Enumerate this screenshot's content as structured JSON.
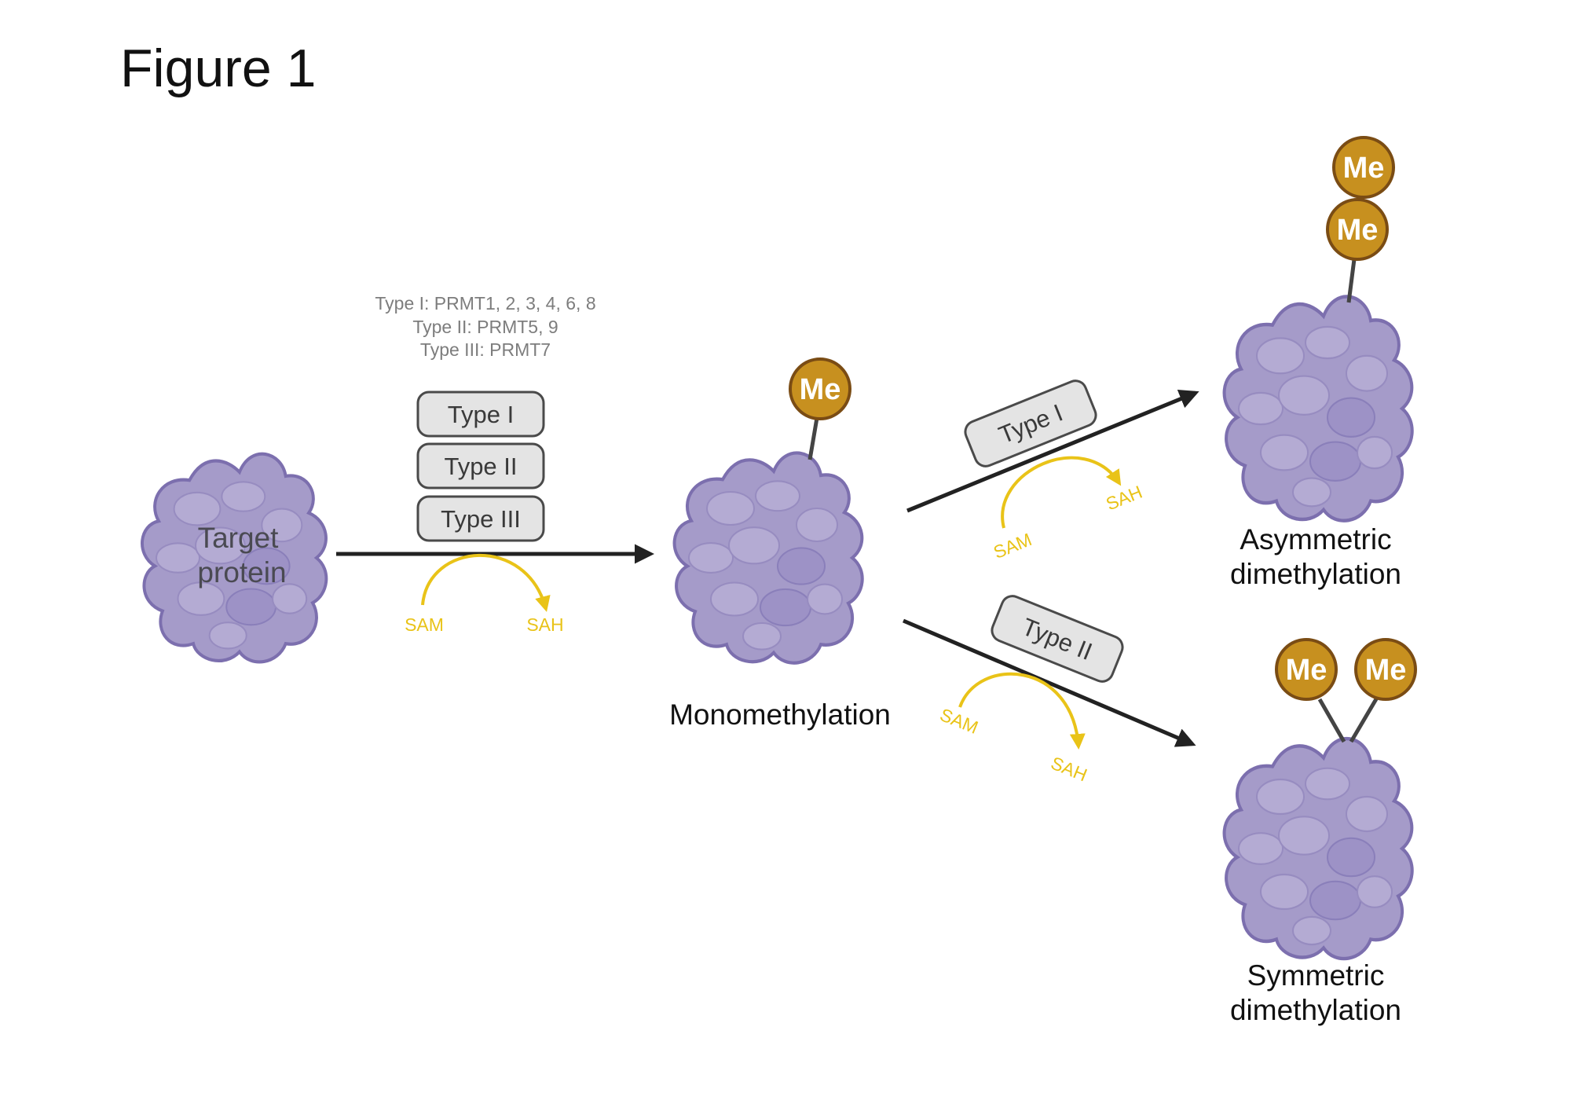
{
  "figure": {
    "title": "Figure 1"
  },
  "enzymes": {
    "prmt_types": [
      "Type I: PRMT1, 2, 3, 4, 6, 8",
      "Type II: PRMT5, 9",
      "Type III: PRMT7"
    ],
    "boxes": [
      "Type I",
      "Type II",
      "Type III"
    ]
  },
  "protein": {
    "label_line1": "Target",
    "label_line2": "protein"
  },
  "reactions": {
    "first": {
      "substrate": "SAM",
      "product": "SAH"
    },
    "asymmetric": {
      "enzyme": "Type I",
      "substrate": "SAM",
      "product": "SAH"
    },
    "symmetric": {
      "enzyme": "Type II",
      "substrate": "SAM",
      "product": "SAH"
    }
  },
  "states": {
    "mono": "Monomethylation",
    "asym_line1": "Asymmetric",
    "asym_line2": "dimethylation",
    "sym_line1": "Symmetric",
    "sym_line2": "dimethylation"
  },
  "methyl_label": "Me",
  "colors": {
    "protein_fill": "#a59bc9",
    "protein_stroke": "#7c6fae",
    "methyl_fill": "#c7901f",
    "cofactor_arc": "#e9c318",
    "arrow": "#222222"
  }
}
